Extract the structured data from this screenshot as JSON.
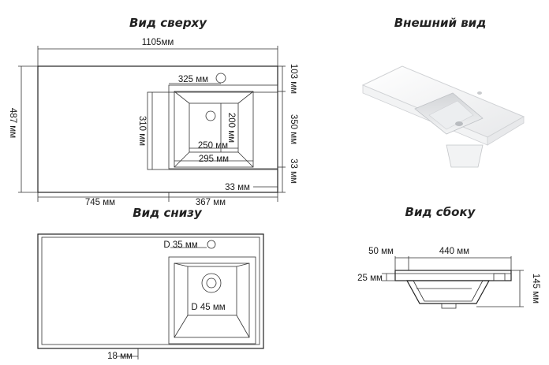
{
  "titles": {
    "top_view": "Вид сверху",
    "exterior": "Внешний вид",
    "bottom_view": "Вид снизу",
    "side_view": "Вид сбоку"
  },
  "top_view": {
    "overall_width": "1105мм",
    "overall_depth": "487 мм",
    "faucet_offset": "325 мм",
    "back_margin": "103 мм",
    "drain_depth": "200 мм",
    "bowl_outer_depth": "310 мм",
    "bowl_inner_width": "250 мм",
    "bowl_depth": "350 мм",
    "bowl_width": "295 мм",
    "front_margin_right": "33 мм",
    "front_margin_left": "33 мм",
    "left_width": "745 мм",
    "right_width": "367 мм"
  },
  "bottom_view": {
    "faucet_hole": "D 35 мм",
    "drain_hole": "D 45 мм",
    "edge": "18 мм"
  },
  "side_view": {
    "top_offset": "50 мм",
    "length": "440 мм",
    "thickness": "25 мм",
    "height": "145 мм"
  }
}
